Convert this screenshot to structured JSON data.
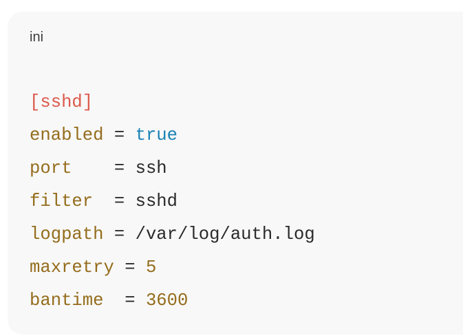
{
  "code_block": {
    "language": "ini",
    "colors": {
      "background": "#f8f8f8",
      "section": "#dc5a4c",
      "key": "#946c1c",
      "boolean": "#1a82b5",
      "number": "#946c1c",
      "text": "#2b2b2b"
    },
    "lines": [
      {
        "section": "[sshd]"
      },
      {
        "key": "enabled",
        "pad": " ",
        "op": "=",
        "value": "true",
        "value_type": "bool"
      },
      {
        "key": "port",
        "pad": "    ",
        "op": "=",
        "value": "ssh",
        "value_type": "str"
      },
      {
        "key": "filter",
        "pad": "  ",
        "op": "=",
        "value": "sshd",
        "value_type": "str"
      },
      {
        "key": "logpath",
        "pad": " ",
        "op": "=",
        "value": "/var/log/auth.log",
        "value_type": "str"
      },
      {
        "key": "maxretry",
        "pad": " ",
        "op": "=",
        "value": "5",
        "value_type": "num"
      },
      {
        "key": "bantime",
        "pad": "  ",
        "op": "=",
        "value": "3600",
        "value_type": "num"
      }
    ]
  }
}
